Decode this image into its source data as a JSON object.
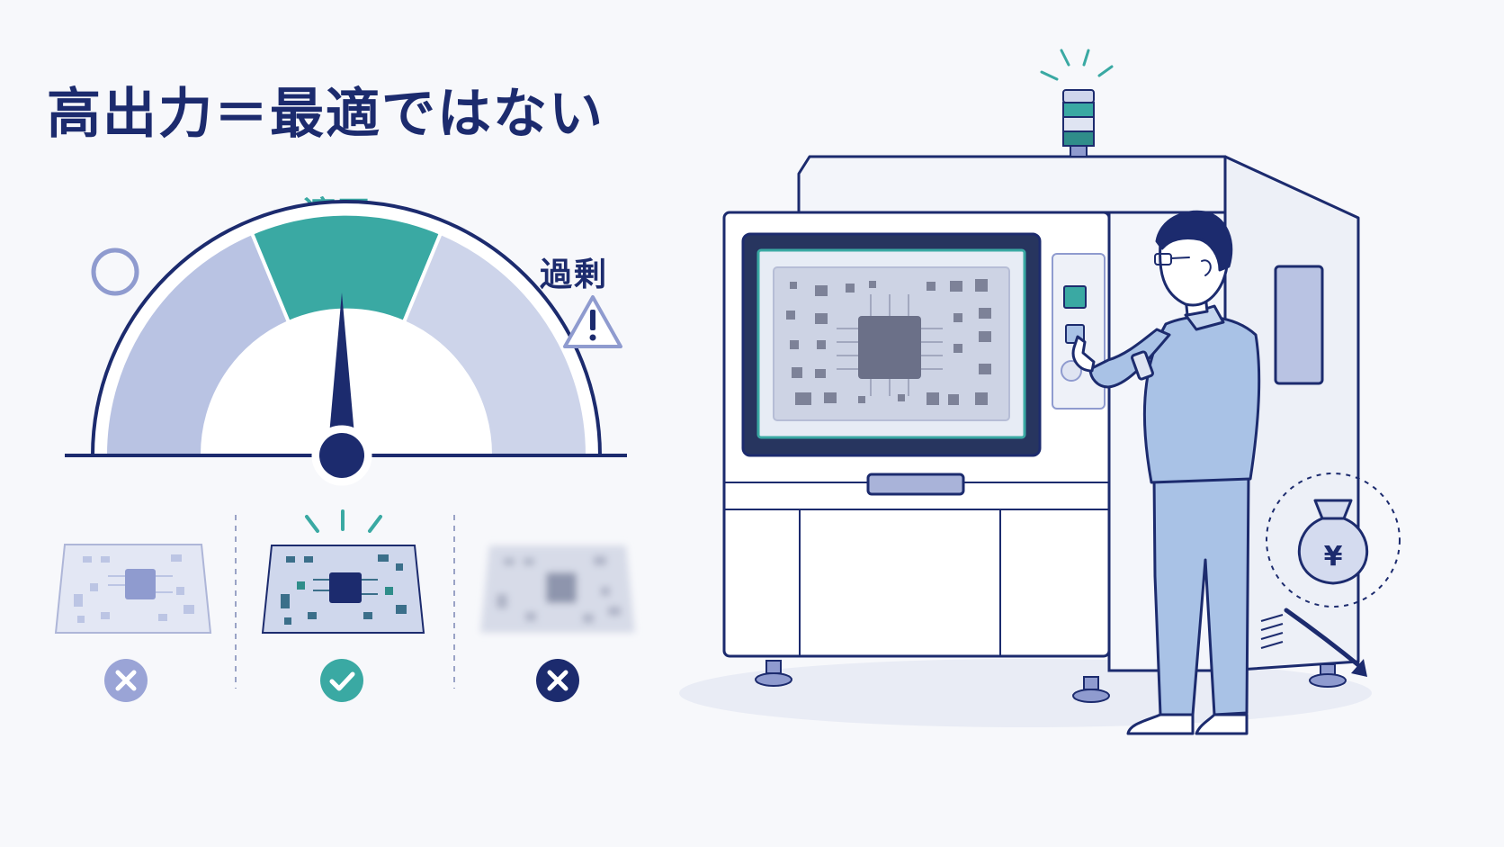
{
  "title": "高出力＝最適ではない",
  "gauge": {
    "label_optimal": "適正",
    "label_excess": "過剰"
  },
  "money_symbol": "¥",
  "colors": {
    "navy": "#1c2b6e",
    "teal": "#3aa9a3",
    "gauge_low": "#b9c3e3",
    "gauge_high": "#cdd4ea",
    "worker_blue": "#a9c2e6"
  }
}
